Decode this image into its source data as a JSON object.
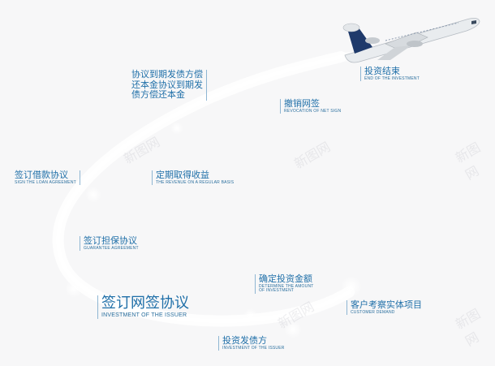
{
  "steps": {
    "repay": {
      "line1": "协议到期发债方偿",
      "line2": "还本金协议到期发",
      "line3": "债方偿还本金"
    },
    "end": {
      "zh": "投资结束",
      "en": "END OF THE INVESTMENT"
    },
    "revoke": {
      "zh": "撤销网签",
      "en": "REVOCATION OF NET SIGN"
    },
    "loan": {
      "zh": "签订借款协议",
      "en": "SIGN THE LOAN AGREEMENT"
    },
    "revenue": {
      "zh": "定期取得收益",
      "en": "THE REVENUE ON A REGULAR BASIS"
    },
    "guarantee": {
      "zh": "签订担保协议",
      "en": "GUARANTEE AGREEMENT"
    },
    "determine": {
      "zh": "确定投资金额",
      "en1": "DETERMINE THE AMOUNT",
      "en2": "OF INVESTMENT"
    },
    "issuer_sign": {
      "zh": "签订网签协议",
      "en": "INVESTMENT OF THE ISSUER"
    },
    "demand": {
      "zh": "客户考察实体项目",
      "en": "CUSTOMER DEMAND"
    },
    "invest_issue": {
      "zh": "投资发债方",
      "en": "INVESTMENT OF THE ISSUER"
    }
  },
  "watermark_text": "新图网",
  "colors": {
    "text": "#1f6fa8",
    "background": "#f7f7f8"
  },
  "icons": [
    "airplane-icon"
  ]
}
